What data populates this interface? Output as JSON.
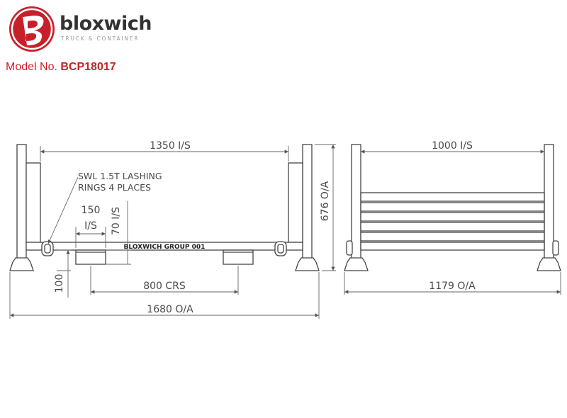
{
  "brand": {
    "name": "bloxwich",
    "tagline": "TRUCK & CONTAINER",
    "logo_color": "#c8202a"
  },
  "model": {
    "label": "Model No.",
    "number": "BCP18017"
  },
  "front_view": {
    "inner_span": "1350 I/S",
    "lashing_note_line1": "SWL 1.5T LASHING",
    "lashing_note_line2": "RINGS 4 PLACES",
    "pocket_width_value": "150",
    "pocket_width_unit": "I/S",
    "pocket_height": "70 I/S",
    "frame_marking": "BLOXWICH GROUP 001",
    "overall_height": "676 O/A",
    "pocket_centres": "800 CRS",
    "foot_height": "100",
    "overall_length": "1680 O/A"
  },
  "side_view": {
    "inner_span": "1000 I/S",
    "overall_width": "1179 O/A"
  }
}
